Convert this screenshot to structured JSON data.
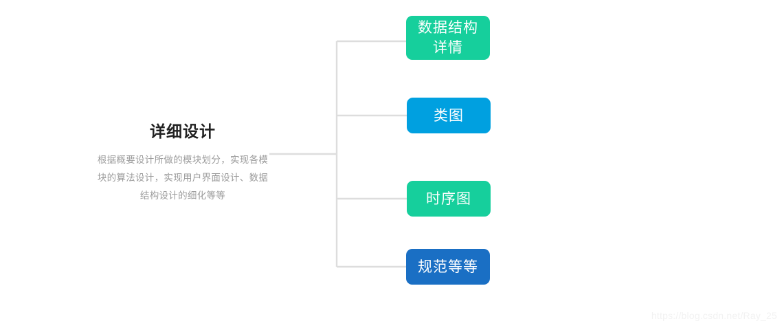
{
  "diagram": {
    "type": "mindmap",
    "orientation": "left-to-right",
    "background_color": "#ffffff",
    "connector_color": "#dddddd",
    "root": {
      "title": "详细设计",
      "description": "根据概要设计所做的模块划分，实现各模块的算法设计，实现用户界面设计、数据结构设计的细化等等",
      "title_color": "#222222",
      "description_color": "#9b9b9b"
    },
    "branches": [
      {
        "id": "data-structure",
        "label": "数据结构\n详情",
        "fill_color": "#16cf9c",
        "text_color": "#ffffff"
      },
      {
        "id": "class-diagram",
        "label": "类图",
        "fill_color": "#00a0e0",
        "text_color": "#ffffff"
      },
      {
        "id": "sequence-diagram",
        "label": "时序图",
        "fill_color": "#16cf9c",
        "text_color": "#ffffff"
      },
      {
        "id": "spec-etc",
        "label": "规范等等",
        "fill_color": "#1a6fc4",
        "text_color": "#ffffff"
      }
    ]
  },
  "watermark": {
    "text": "https://blog.csdn.net/Ray_25",
    "color": "#f2f2f2"
  }
}
